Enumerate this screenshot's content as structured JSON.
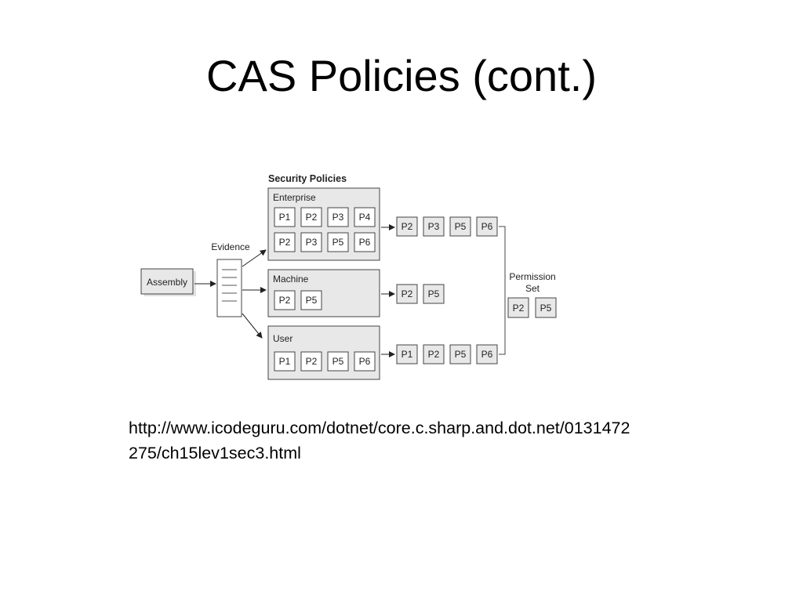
{
  "slide": {
    "title": "CAS Policies (cont.)"
  },
  "diagram": {
    "heading": "Security Policies",
    "evidence_label": "Evidence",
    "assembly_label": "Assembly",
    "policy_levels": [
      {
        "name": "Enterprise",
        "rows": [
          [
            "P1",
            "P2",
            "P3",
            "P4"
          ],
          [
            "P2",
            "P3",
            "P5",
            "P6"
          ]
        ]
      },
      {
        "name": "Machine",
        "rows": [
          [
            "P2",
            "P5"
          ]
        ]
      },
      {
        "name": "User",
        "rows": [
          [
            "P1",
            "P2",
            "P5",
            "P6"
          ]
        ]
      }
    ],
    "level_results": [
      [
        "P2",
        "P3",
        "P5",
        "P6"
      ],
      [
        "P2",
        "P5"
      ],
      [
        "P1",
        "P2",
        "P5",
        "P6"
      ]
    ],
    "permission_set": {
      "label_line1": "Permission",
      "label_line2": "Set",
      "items": [
        "P2",
        "P5"
      ]
    }
  },
  "source": {
    "url_line1": "http://www.icodeguru.com/dotnet/core.c.sharp.and.dot.net/0131472",
    "url_line2": "275/ch15lev1sec3.html"
  }
}
